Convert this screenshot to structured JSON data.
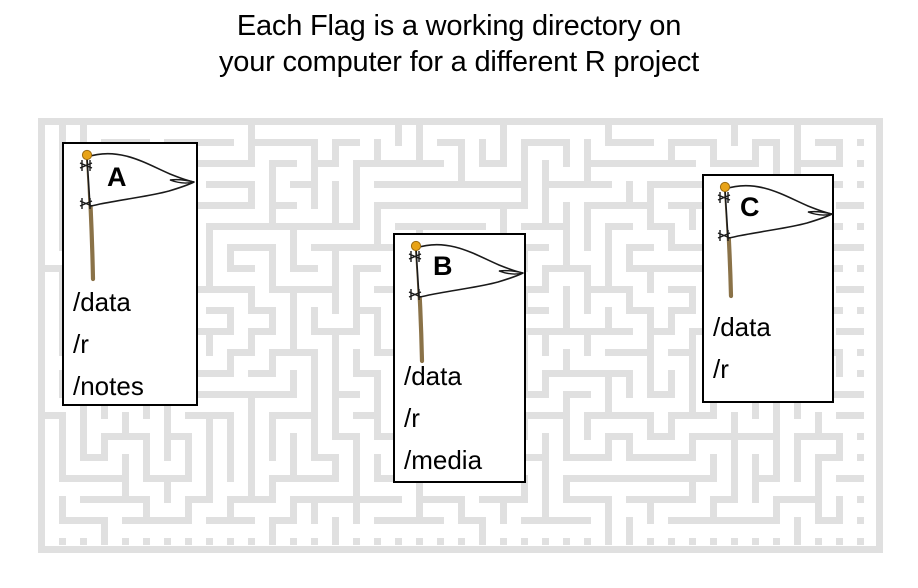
{
  "title": {
    "line1": "Each Flag is a working directory on",
    "line2": "your computer for a different R project"
  },
  "colors": {
    "background": "#ffffff",
    "maze_wall": "#e0e0e0",
    "text": "#000000",
    "card_border": "#000000",
    "flag_pole": "#8a7248",
    "flag_finial": "#e8a317",
    "flag_cloth": "#ffffff",
    "flag_outline": "#1a1a1a"
  },
  "maze": {
    "label": "maze-background",
    "wall_color": "#e0e0e0",
    "cell_size": 14,
    "wall_thickness": 7
  },
  "flags": [
    {
      "id": "a",
      "letter": "A",
      "icon": "pennant-flag-icon",
      "paths": [
        "/data",
        "/r",
        "/notes"
      ]
    },
    {
      "id": "b",
      "letter": "B",
      "icon": "pennant-flag-icon",
      "paths": [
        "/data",
        "/r",
        "/media"
      ]
    },
    {
      "id": "c",
      "letter": "C",
      "icon": "pennant-flag-icon",
      "paths": [
        "/data",
        "/r"
      ]
    }
  ]
}
